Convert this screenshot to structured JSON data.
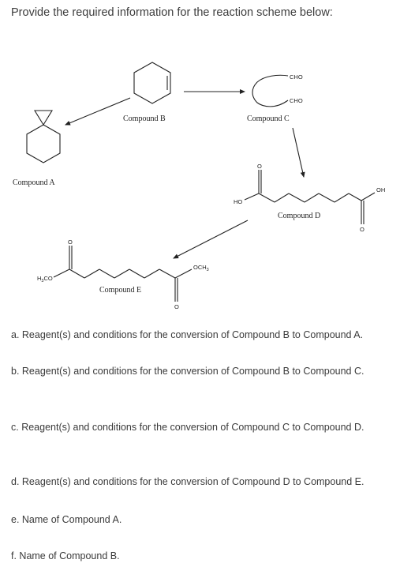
{
  "intro": "Provide the required information for the reaction scheme below:",
  "scheme": {
    "labels": {
      "compound_a": "Compound A",
      "compound_b": "Compound B",
      "compound_c": "Compound C",
      "compound_d": "Compound D",
      "compound_e": "Compound E"
    },
    "groups": {
      "cho": "CHO",
      "ho": "HO",
      "oh": "OH",
      "o": "O",
      "och3_main": "OCH",
      "och3_sub": "3",
      "h3co_h": "H",
      "h3co_sub": "3",
      "h3co_rest": "CO"
    }
  },
  "questions": [
    "a. Reagent(s) and conditions for the conversion of Compound B to Compound A.",
    "b. Reagent(s) and conditions for the conversion of Compound B to Compound C.",
    "c. Reagent(s) and conditions for the conversion of Compound C to Compound D.",
    "d. Reagent(s) and conditions for the conversion of Compound D to Compound E.",
    "e. Name of Compound A.",
    "f. Name of Compound B."
  ]
}
